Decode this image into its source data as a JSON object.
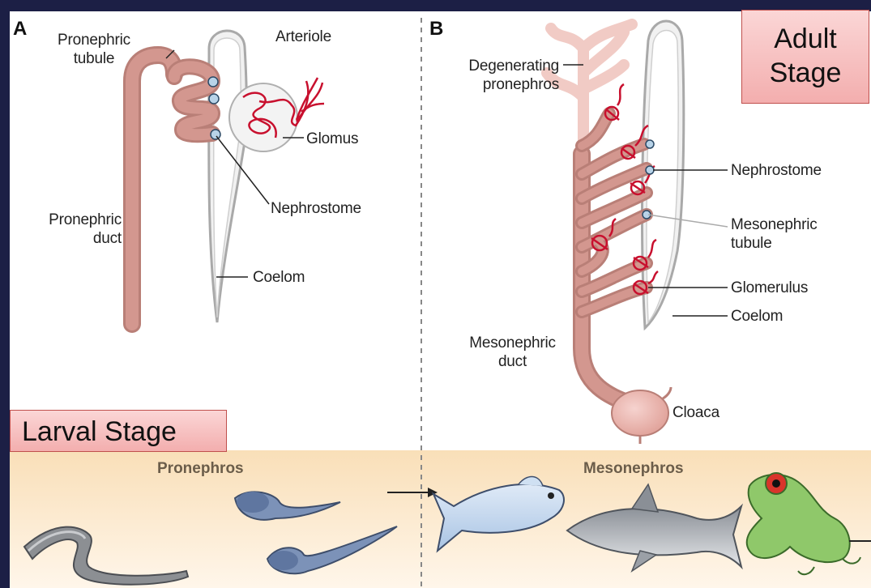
{
  "panel_a": {
    "letter": "A",
    "labels": {
      "pronephric_tubule": [
        "Pronephric",
        "tubule"
      ],
      "arteriole": "Arteriole",
      "glomus": "Glomus",
      "nephrostome": "Nephrostome",
      "pronephric_duct": [
        "Pronephric",
        "duct"
      ],
      "coelom": "Coelom"
    }
  },
  "panel_b": {
    "letter": "B",
    "labels": {
      "degenerating_pronephros": [
        "Degenerating",
        "pronephros"
      ],
      "nephrostome": "Nephrostome",
      "mesonephric_tubule": [
        "Mesonephric",
        "tubule"
      ],
      "glomerulus": "Glomerulus",
      "coelom": "Coelom",
      "mesonephric_duct": [
        "Mesonephric",
        "duct"
      ],
      "cloaca": "Cloaca"
    }
  },
  "stages": {
    "adult": [
      "Adult",
      "Stage"
    ],
    "larval": "Larval Stage"
  },
  "bottom_band": {
    "left": "Pronephros",
    "right": "Mesonephros"
  },
  "colors": {
    "background": "#1c1f45",
    "duct": "#c98e86",
    "vessel": "#c8102e",
    "band": "#fbe9cf",
    "callout": "#f3aeae"
  }
}
